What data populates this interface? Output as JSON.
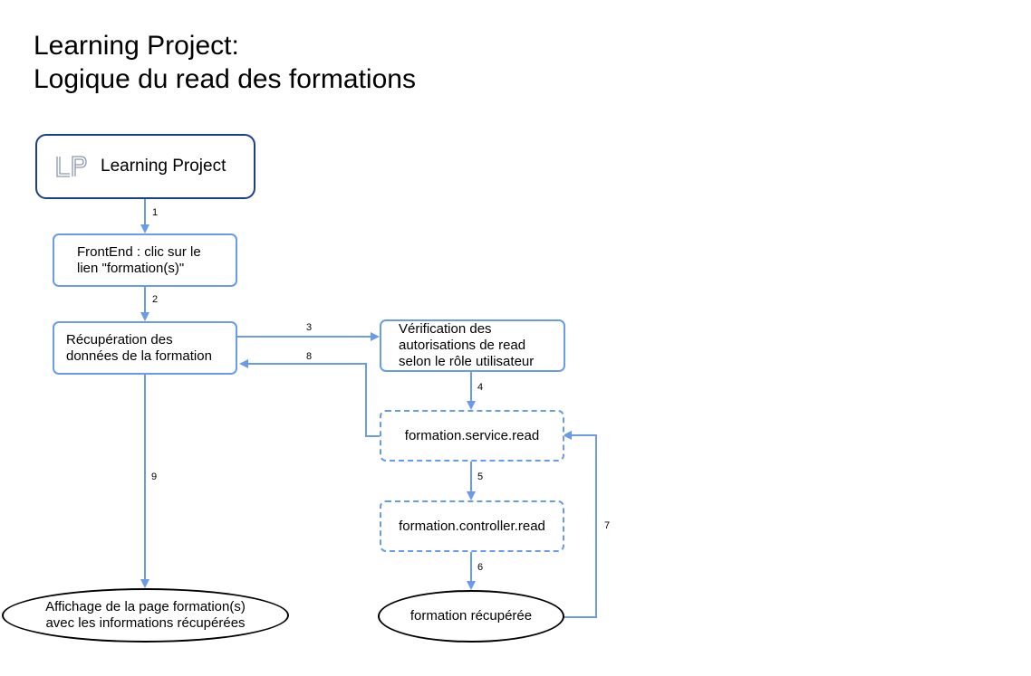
{
  "title": {
    "line1": "Learning Project:",
    "line2": "Logique du read des formations"
  },
  "colors": {
    "accent": "#6a9bea",
    "logo_border": "#1c3f8c"
  },
  "nodes": {
    "logo": {
      "icon": "lp-logo-icon",
      "text": "Learning Project"
    },
    "frontend": {
      "line1": "FrontEnd : clic sur le",
      "line2": "lien \"formation(s)\""
    },
    "recuperation": {
      "line1": "Récupération des",
      "line2": "données de la formation"
    },
    "verification": {
      "line1": "Vérification des",
      "line2": "autorisations de read",
      "line3": "selon le rôle utilisateur"
    },
    "service": {
      "text": "formation.service.read"
    },
    "controller": {
      "text": "formation.controller.read"
    },
    "recuperee": {
      "text": "formation récupérée"
    },
    "affichage": {
      "line1": "Affichage de la page formation(s)",
      "line2": "avec les informations récupérées"
    }
  },
  "edges": [
    {
      "label": "1"
    },
    {
      "label": "2"
    },
    {
      "label": "3"
    },
    {
      "label": "4"
    },
    {
      "label": "5"
    },
    {
      "label": "6"
    },
    {
      "label": "7"
    },
    {
      "label": "8"
    },
    {
      "label": "9"
    }
  ]
}
